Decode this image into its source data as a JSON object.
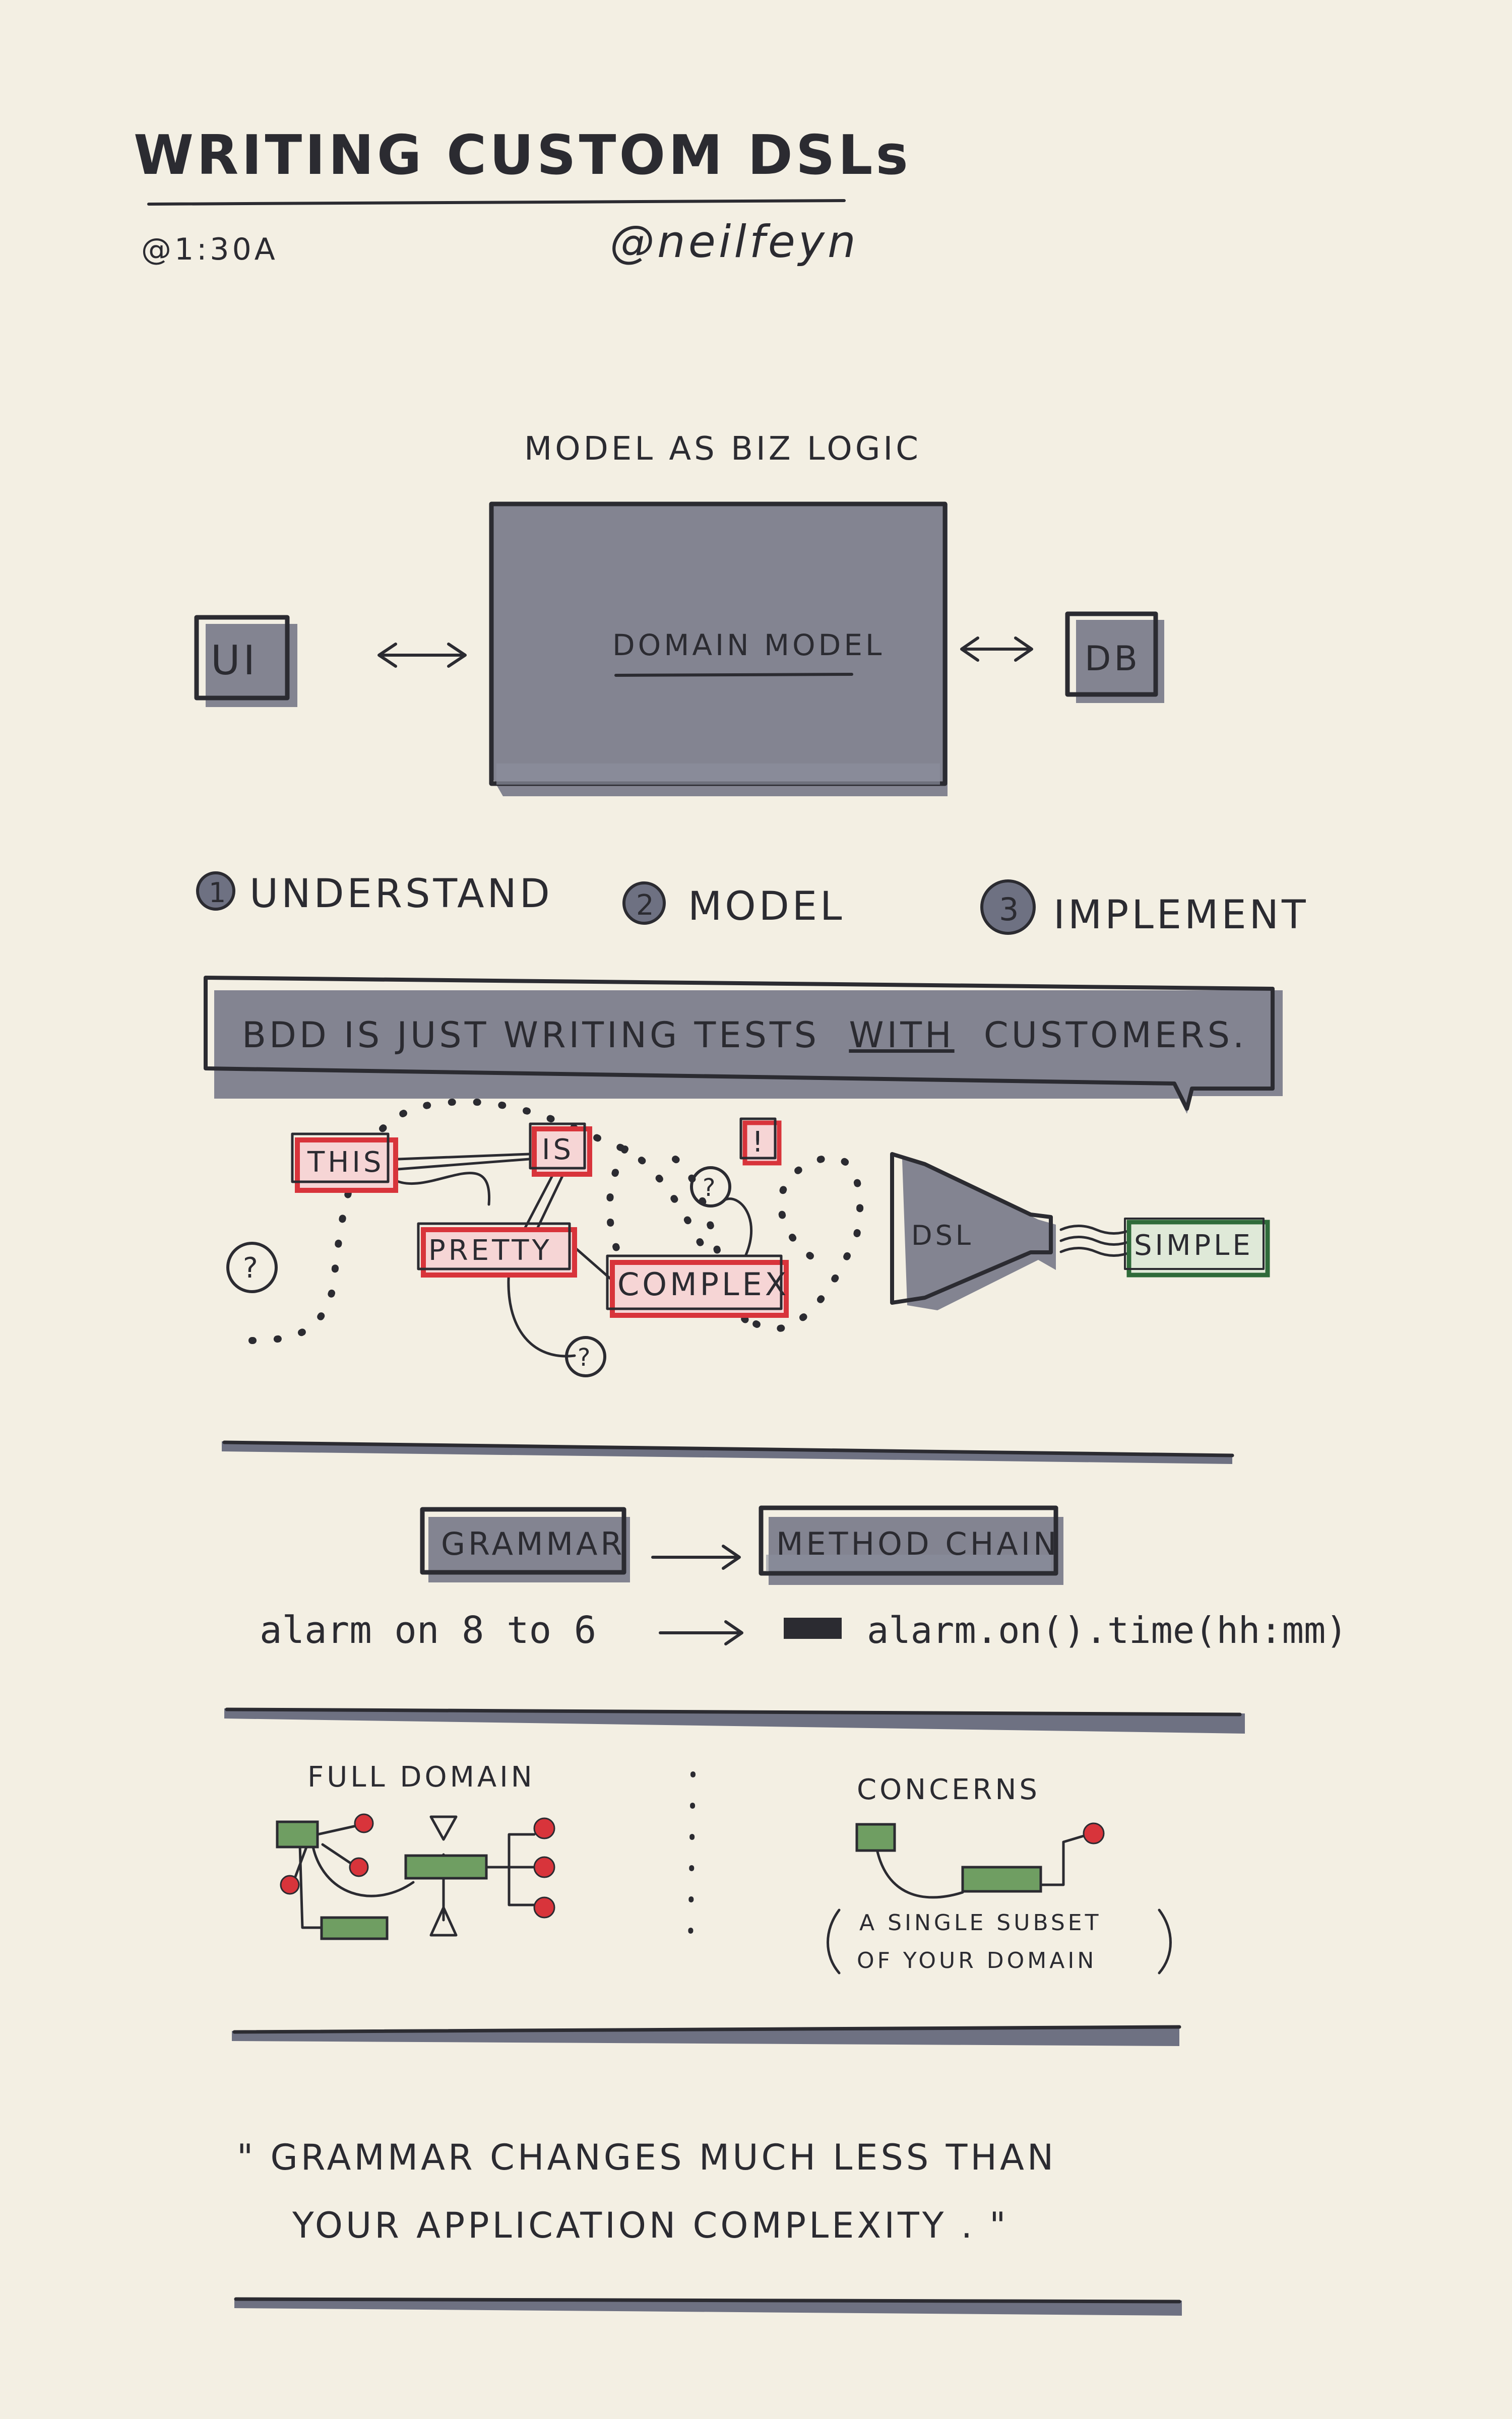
{
  "header": {
    "title": "WRITING CUSTOM DSLs",
    "time": "@1:30A",
    "author": "@neilfeyn"
  },
  "architecture": {
    "caption": "MODEL AS BIZ LOGIC",
    "left_box": "UI",
    "center_box": "DOMAIN MODEL",
    "right_box": "DB"
  },
  "steps": [
    {
      "number": "1",
      "label": "UNDERSTAND"
    },
    {
      "number": "2",
      "label": "MODEL"
    },
    {
      "number": "3",
      "label": "IMPLEMENT"
    }
  ],
  "bdd_note": {
    "before": "BDD IS JUST WRITING TESTS",
    "underlined": "WITH",
    "after": "CUSTOMERS."
  },
  "complexity": {
    "words": [
      "THIS",
      "IS",
      "PRETTY",
      "COMPLEX",
      "!"
    ],
    "question_mark": "?",
    "funnel_label": "DSL",
    "output_label": "SIMPLE"
  },
  "grammar": {
    "grammar_box": "GRAMMAR",
    "method_box": "METHOD CHAIN",
    "example_input": "alarm on 8 to 6",
    "example_output": "alarm.on().time(hh:mm)"
  },
  "domains": {
    "full_label": "FULL DOMAIN",
    "concerns_label": "CONCERNS",
    "concerns_note_line1": "A SINGLE SUBSET",
    "concerns_note_line2": "OF YOUR DOMAIN"
  },
  "quote": {
    "line1": "\" GRAMMAR CHANGES MUCH LESS THAN",
    "line2": "YOUR APPLICATION COMPLEXITY . \""
  },
  "colors": {
    "ink": "#2b2b31",
    "paper": "#f3efe3",
    "shade": "#6e7182",
    "red": "#d8343b",
    "green": "#2f6b3a"
  }
}
